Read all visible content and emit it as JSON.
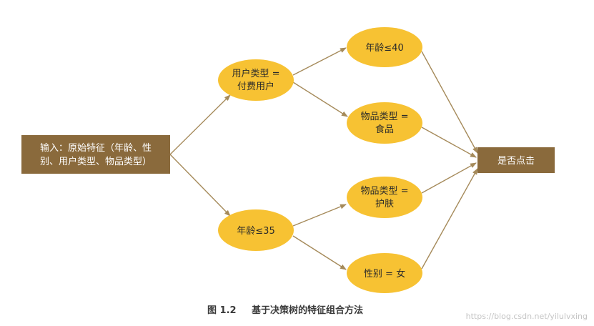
{
  "diagram": {
    "input_node": {
      "line1": "输入：原始特征（年龄、性",
      "line2": "别、用户类型、物品类型）"
    },
    "user_type_node": {
      "line1": "用户类型 =",
      "line2": "付费用户"
    },
    "age_35_node": {
      "label": "年龄≤35"
    },
    "age_40_node": {
      "label": "年龄≤40"
    },
    "item_food_node": {
      "line1": "物品类型 =",
      "line2": "食品"
    },
    "item_skincare_node": {
      "line1": "物品类型 =",
      "line2": "护肤"
    },
    "gender_node": {
      "label": "性别 = 女"
    },
    "output_node": {
      "label": "是否点击"
    }
  },
  "caption": {
    "number": "图 1.2",
    "title": "基于决策树的特征组合方法"
  },
  "watermark": "https://blog.csdn.net/yilulvxing",
  "colors": {
    "box_fill": "#8a6a3c",
    "box_text": "#ffffff",
    "ellipse_fill": "#f7c233",
    "ellipse_text": "#2a2a2a",
    "edge": "#a58a5a"
  }
}
